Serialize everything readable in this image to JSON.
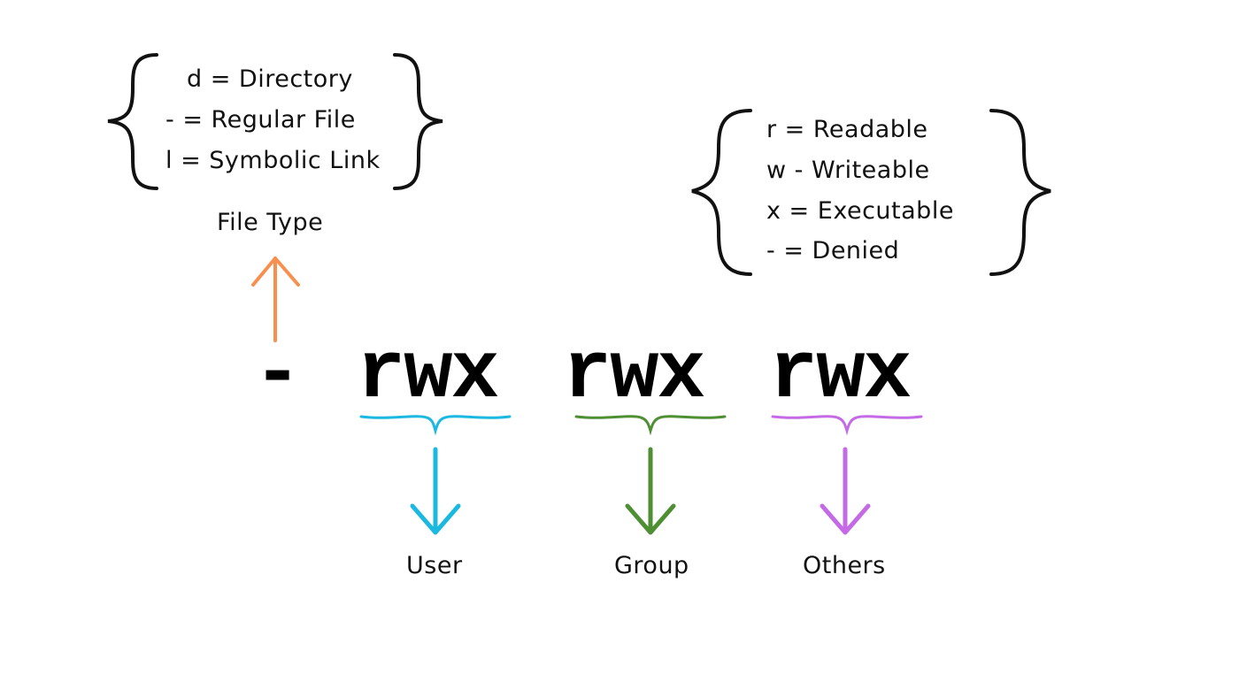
{
  "file_type_legend": {
    "lines": [
      "d = Directory",
      "- = Regular File",
      "l = Symbolic Link"
    ],
    "label": "File Type"
  },
  "permission_legend": {
    "lines": [
      "r = Readable",
      "w - Writeable",
      "x = Executable",
      "- = Denied"
    ]
  },
  "permission_string": {
    "type_char": "-",
    "groups": [
      "rwx",
      "rwx",
      "rwx"
    ]
  },
  "owners": {
    "user": "User",
    "group": "Group",
    "others": "Others"
  },
  "colors": {
    "file_type_arrow": "#f98f4f",
    "user": "#1bb8e0",
    "group": "#4f8f34",
    "others": "#c56ae6",
    "ink": "#111111"
  }
}
